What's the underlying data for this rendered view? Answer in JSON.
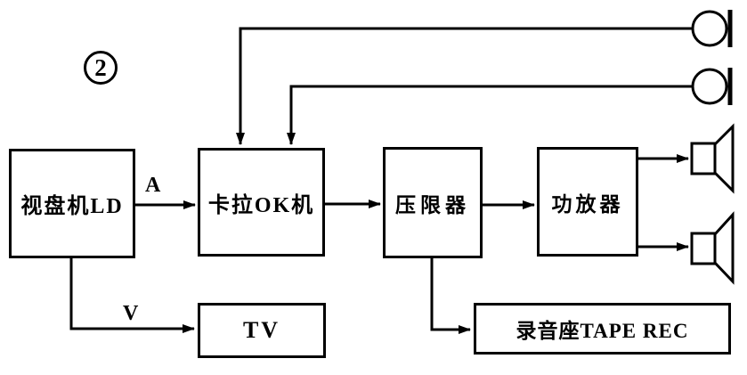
{
  "figure": {
    "number": "2"
  },
  "nodes": {
    "ld": {
      "label": "视盘机LD"
    },
    "karaoke": {
      "label": "卡拉OK机"
    },
    "limiter": {
      "label": "压限器"
    },
    "amplifier": {
      "label": "功放器"
    },
    "tv": {
      "label": "TV"
    },
    "tape": {
      "label": "录音座TAPE REC"
    }
  },
  "edge_labels": {
    "audio": "A",
    "video": "V"
  },
  "icons": {
    "microphone": "circle-with-bar",
    "speaker": "box-with-horn",
    "microphone_count": "2",
    "speaker_count": "2"
  },
  "colors": {
    "line": "#000000",
    "background": "#ffffff"
  }
}
